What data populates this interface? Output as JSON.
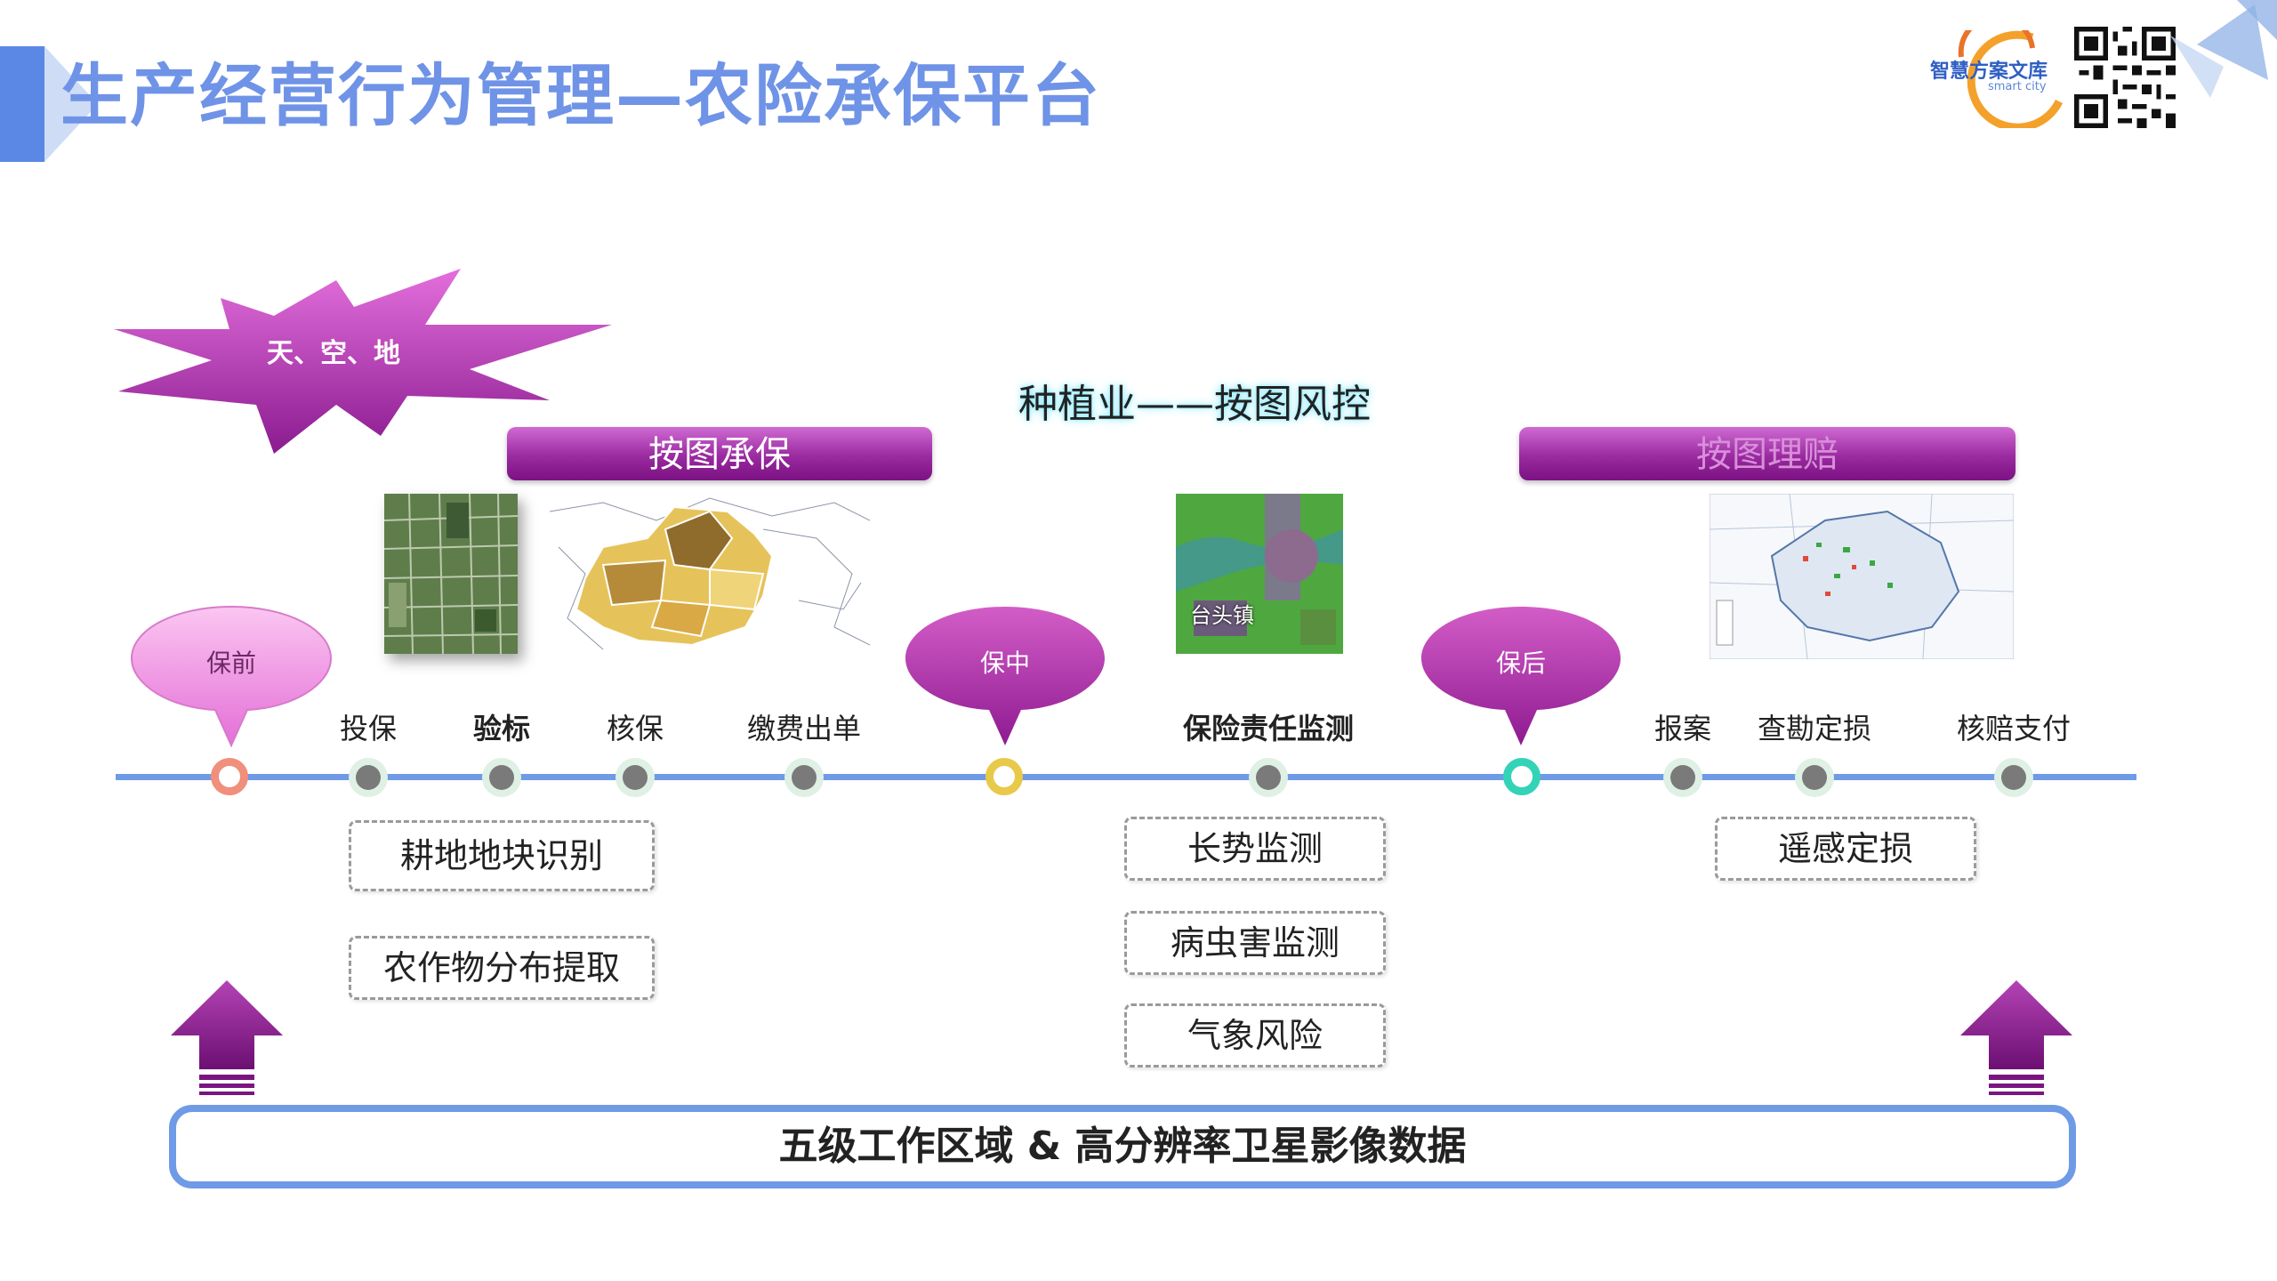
{
  "header": {
    "title": "生产经营行为管理—农险承保平台",
    "brand_cn": "智慧方案文库",
    "brand_en": "smart city"
  },
  "starburst": {
    "label": "天、空、地"
  },
  "scheme_title": "种植业——按图风控",
  "bands": {
    "left": "按图承保",
    "right": "按图理赔"
  },
  "phases": [
    {
      "label": "保前",
      "color": "#f4a0e6"
    },
    {
      "label": "保中",
      "color": "#b1229f"
    },
    {
      "label": "保后",
      "color": "#b1229f"
    }
  ],
  "steps": [
    {
      "label": "投保",
      "bold": false
    },
    {
      "label": "验标",
      "bold": true
    },
    {
      "label": "核保",
      "bold": false
    },
    {
      "label": "缴费出单",
      "bold": false
    },
    {
      "label": "保险责任监测",
      "bold": true
    },
    {
      "label": "报案",
      "bold": false
    },
    {
      "label": "查勘定损",
      "bold": false
    },
    {
      "label": "核赔支付",
      "bold": false
    }
  ],
  "boxes": {
    "underwriting": [
      "耕地地块识别",
      "农作物分布提取"
    ],
    "monitoring": [
      "长势监测",
      "病虫害监测",
      "气象风险"
    ],
    "claims": [
      "遥感定损"
    ]
  },
  "map_labels": {
    "town": "台头镇"
  },
  "foundation": "五级工作区域 & 高分辨率卫星影像数据",
  "colors": {
    "title": "#6f93e6",
    "timeline": "#6f9ae6",
    "magenta": "#9a2aa0",
    "node_start": "#f08f7c",
    "node_mid": "#e8c94a",
    "node_after": "#33d3b8",
    "node_step": "#7a7a7a"
  }
}
